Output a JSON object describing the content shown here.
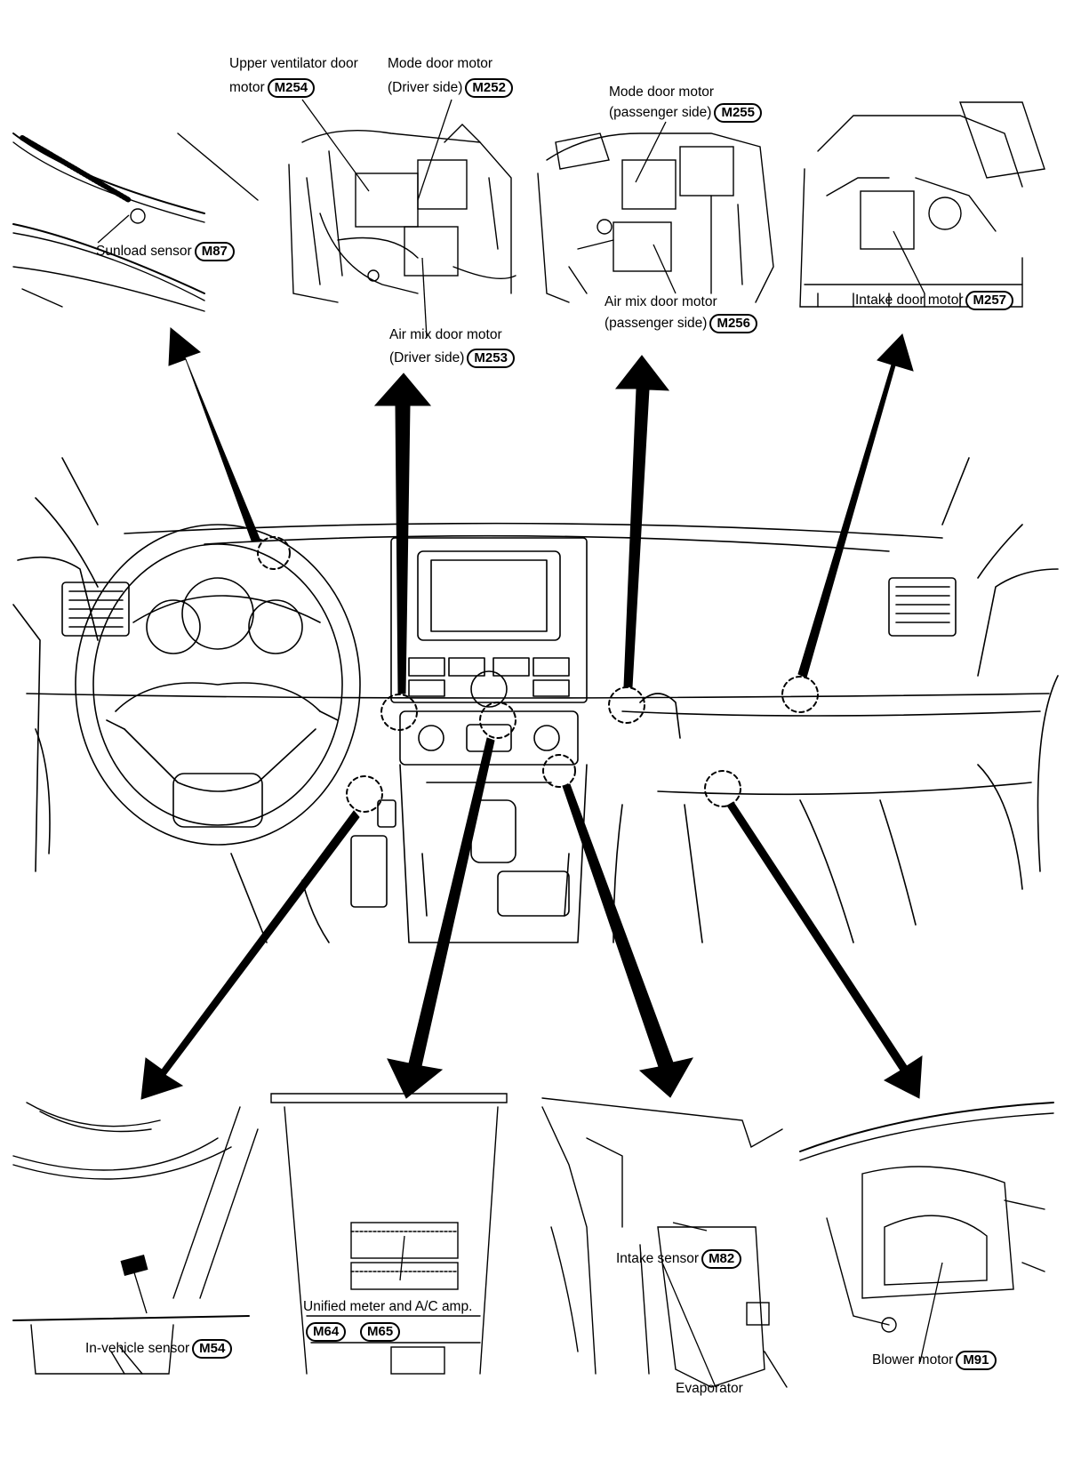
{
  "components": {
    "sunload": {
      "label": "Sunload sensor",
      "code": "M87"
    },
    "upper_vent": {
      "label_line1": "Upper ventilator door",
      "label_line2": "motor",
      "code": "M254"
    },
    "mode_driver": {
      "label_line1": "Mode door motor",
      "label_line2": "(Driver side)",
      "code": "M252"
    },
    "airmix_driver": {
      "label_line1": "Air mix door motor",
      "label_line2": "(Driver side)",
      "code": "M253"
    },
    "mode_passenger": {
      "label_line1": "Mode door motor",
      "label_line2": "(passenger side)",
      "code": "M255"
    },
    "airmix_passenger": {
      "label_line1": "Air mix door motor",
      "label_line2": "(passenger side)",
      "code": "M256"
    },
    "intake_door": {
      "label": "Intake door motor",
      "code": "M257"
    },
    "in_vehicle": {
      "label": "In-vehicle sensor",
      "code": "M54"
    },
    "unified_meter": {
      "label": "Unified meter and A/C amp.",
      "code1": "M64",
      "code2": "M65"
    },
    "intake_sensor": {
      "label": "Intake sensor",
      "code": "M82"
    },
    "evaporator": {
      "label": "Evaporator"
    },
    "blower": {
      "label": "Blower motor",
      "code": "M91"
    }
  }
}
